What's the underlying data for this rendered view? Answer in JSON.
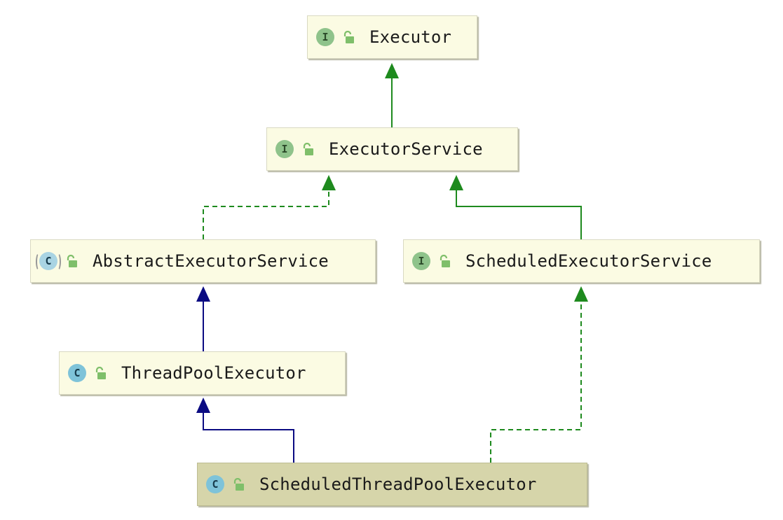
{
  "diagram": {
    "colors": {
      "implements": "#1e8a1e",
      "extends": "#0b0b82",
      "node_fill": "#fbfbe3",
      "selected_fill": "#d6d5aa",
      "interface_badge": "#8fc38b",
      "class_badge": "#7ec3d9",
      "lock": "#7fbf6a"
    },
    "nodes": [
      {
        "id": "executor",
        "label": "Executor",
        "kind": "interface",
        "badge": "I"
      },
      {
        "id": "executor-service",
        "label": "ExecutorService",
        "kind": "interface",
        "badge": "I"
      },
      {
        "id": "abstract-executor-service",
        "label": "AbstractExecutorService",
        "kind": "abstract",
        "badge": "C"
      },
      {
        "id": "scheduled-executor-service",
        "label": "ScheduledExecutorService",
        "kind": "interface",
        "badge": "I"
      },
      {
        "id": "thread-pool-executor",
        "label": "ThreadPoolExecutor",
        "kind": "class",
        "badge": "C"
      },
      {
        "id": "scheduled-thread-pool-executor",
        "label": "ScheduledThreadPoolExecutor",
        "kind": "class",
        "badge": "C",
        "selected": true
      }
    ],
    "edges": [
      {
        "from": "executor-service",
        "to": "executor",
        "type": "interface-extends"
      },
      {
        "from": "abstract-executor-service",
        "to": "executor-service",
        "type": "implements"
      },
      {
        "from": "scheduled-executor-service",
        "to": "executor-service",
        "type": "interface-extends"
      },
      {
        "from": "thread-pool-executor",
        "to": "abstract-executor-service",
        "type": "extends"
      },
      {
        "from": "scheduled-thread-pool-executor",
        "to": "thread-pool-executor",
        "type": "extends"
      },
      {
        "from": "scheduled-thread-pool-executor",
        "to": "scheduled-executor-service",
        "type": "implements"
      }
    ]
  }
}
